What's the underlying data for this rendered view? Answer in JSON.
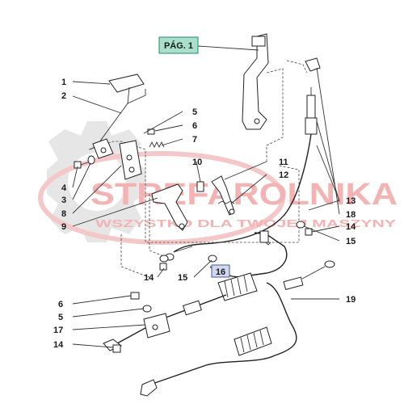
{
  "page_ref": {
    "label": "PÁG. 1",
    "fill": "#a8e0cc",
    "stroke": "#2a8a6a"
  },
  "watermark": {
    "brand": "STREFAROLNIKA",
    "tagline": "WSZYSTKO DLA TWOJEJ MASZYNY",
    "gear_color": "#e6e6e6",
    "text_color": "#f3b3b3",
    "accent_color": "#e05050"
  },
  "highlight_callout": {
    "label": "16",
    "fill": "#cfd8ef",
    "stroke": "#4a5a8a"
  },
  "callouts": [
    {
      "id": "c1",
      "label": "1"
    },
    {
      "id": "c2",
      "label": "2"
    },
    {
      "id": "c3",
      "label": "3"
    },
    {
      "id": "c4",
      "label": "4"
    },
    {
      "id": "c5a",
      "label": "5"
    },
    {
      "id": "c6a",
      "label": "6"
    },
    {
      "id": "c7",
      "label": "7"
    },
    {
      "id": "c8",
      "label": "8"
    },
    {
      "id": "c9",
      "label": "9"
    },
    {
      "id": "c10",
      "label": "10"
    },
    {
      "id": "c11",
      "label": "11"
    },
    {
      "id": "c12",
      "label": "12"
    },
    {
      "id": "c13",
      "label": "13"
    },
    {
      "id": "c14a",
      "label": "14"
    },
    {
      "id": "c14b",
      "label": "14"
    },
    {
      "id": "c14c",
      "label": "14"
    },
    {
      "id": "c15a",
      "label": "15"
    },
    {
      "id": "c15b",
      "label": "15"
    },
    {
      "id": "c17",
      "label": "17"
    },
    {
      "id": "c18",
      "label": "18"
    },
    {
      "id": "c19",
      "label": "19"
    },
    {
      "id": "c5b",
      "label": "5"
    },
    {
      "id": "c6b",
      "label": "6"
    }
  ]
}
